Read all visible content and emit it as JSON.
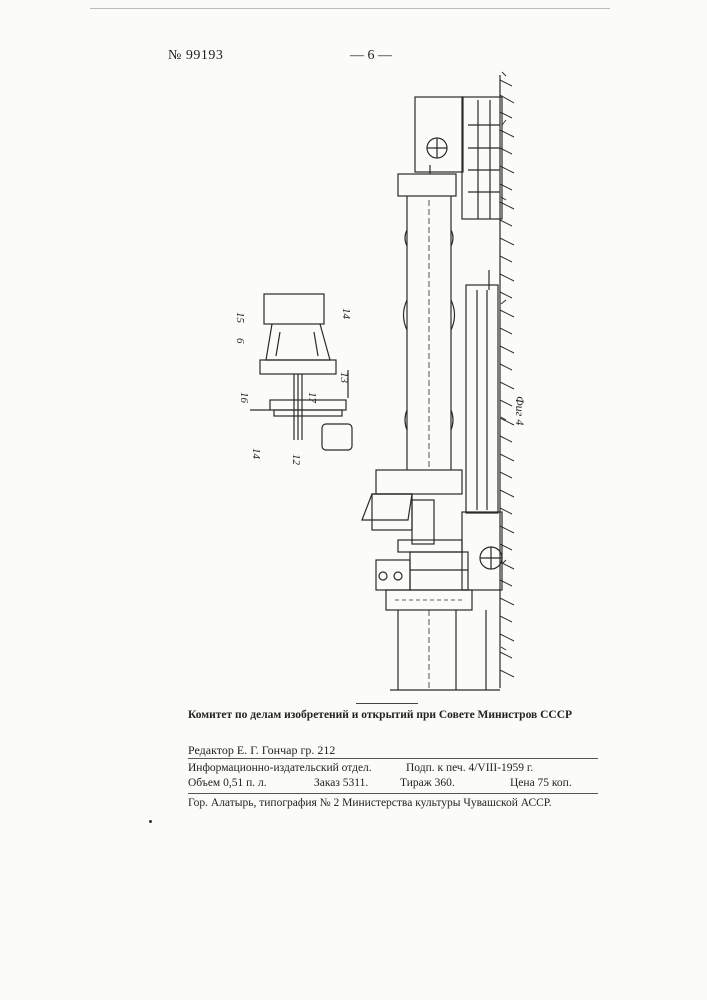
{
  "header": {
    "patent_number": "№ 99193",
    "page_number": "— 6 —"
  },
  "figure": {
    "label": "Фиг 4",
    "part_numbers": [
      "15",
      "6",
      "14",
      "16",
      "17",
      "13",
      "14",
      "12"
    ]
  },
  "footer": {
    "committee": "Комитет по делам изобретений и открытий при Совете Министров СССР",
    "editor": "Редактор Е. Г. Гончар гр. 212",
    "line1": {
      "dept": "Информационно-издательский отдел.",
      "signed": "Подп. к печ. 4/VIII-1959 г."
    },
    "line2": {
      "volume": "Объем 0,51 п. л.",
      "order": "Заказ 5311.",
      "print_run": "Тираж 360.",
      "price": "Цена 75 коп."
    },
    "printer": "Гор. Алатырь, типография № 2 Министерства культуры Чувашской АССР."
  }
}
